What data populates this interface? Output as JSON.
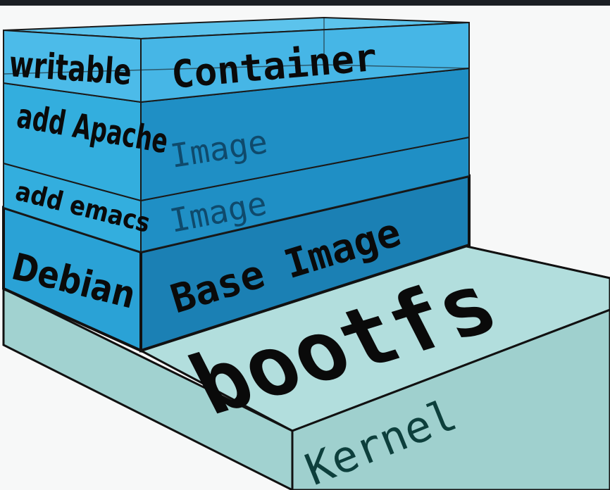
{
  "layers": {
    "container": {
      "side_label": "writable",
      "front_label": "Container"
    },
    "apache": {
      "side_label": "add Apache",
      "front_label": "Image"
    },
    "emacs": {
      "side_label": "add emacs",
      "front_label": "Image"
    },
    "debian": {
      "side_label": "Debian",
      "front_label": "Base Image"
    },
    "bootfs": {
      "top_label": "bootfs",
      "front_label": "Kernel"
    }
  },
  "colors": {
    "container": "#4cb8e6",
    "image": "#1e8ec4",
    "base": "#1a7fb2",
    "bootfs": "#a9d8d6",
    "outline": "#111111",
    "text_light": "#0d4666",
    "text_dark": "#0a0a0a"
  }
}
